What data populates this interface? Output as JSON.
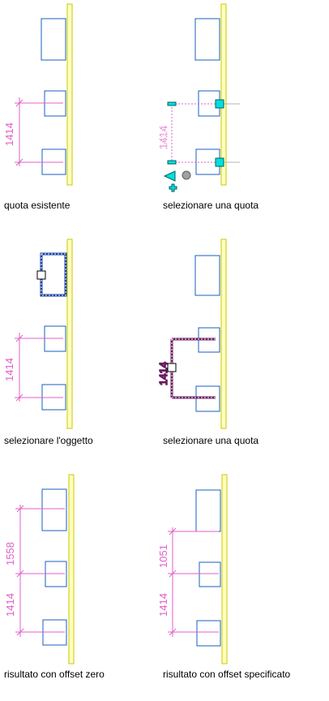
{
  "colors": {
    "wall_stroke": "#c8c800",
    "wall_fill": "#ffffc0",
    "box": "#1a5fc0",
    "dimension": "#e060c8",
    "grip_fill": "#00e0e0",
    "grip_stroke": "#006060",
    "leader_gray": "#b4b4b4",
    "caption": "#000000"
  },
  "panels": [
    {
      "id": "panel-1",
      "caption": "quota esistente",
      "dim_labels": [
        "1414"
      ]
    },
    {
      "id": "panel-2",
      "caption": "selezionare una quota",
      "dim_labels": [
        "1414"
      ]
    },
    {
      "id": "panel-3",
      "caption": "selezionare l'oggetto",
      "dim_labels": [
        "1414"
      ]
    },
    {
      "id": "panel-4",
      "caption": "selezionare una quota",
      "dim_labels": [
        "1414"
      ]
    },
    {
      "id": "panel-5",
      "caption": "risultato con offset zero",
      "dim_labels": [
        "1558",
        "1414"
      ]
    },
    {
      "id": "panel-6",
      "caption": "risultato con offset specificato",
      "dim_labels": [
        "1051",
        "1414"
      ]
    }
  ]
}
